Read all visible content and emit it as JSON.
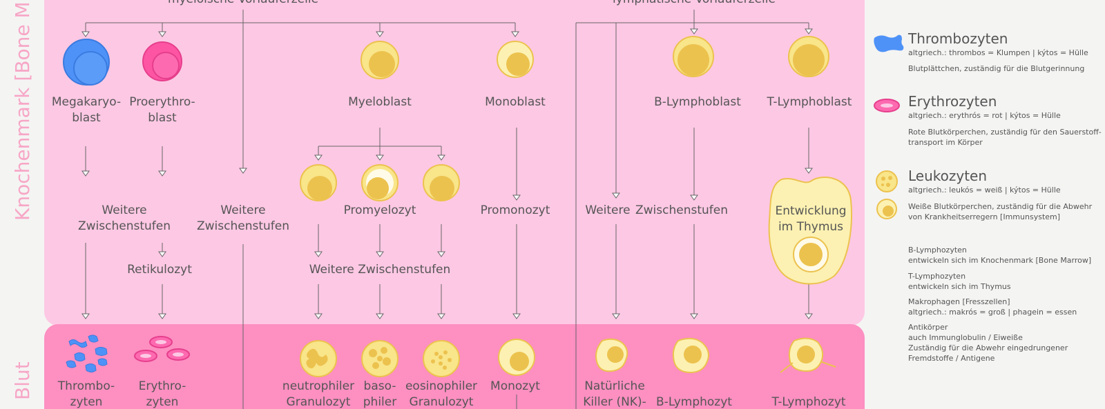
{
  "side_labels": {
    "bone_marrow": "Knochenmark [Bone M",
    "blood": "Blut"
  },
  "headers": {
    "myeloid": "myeloische Vorläuferzelle",
    "lymphoid": "lymphatische Vorläuferzelle"
  },
  "labels": {
    "megakaryoblast": [
      "Megakaryo-",
      "blast"
    ],
    "proerythroblast": [
      "Proerythro-",
      "blast"
    ],
    "myeloblast": "Myeloblast",
    "monoblast": "Monoblast",
    "b_lymphoblast": "B-Lymphoblast",
    "t_lymphoblast": "T-Lymphoblast",
    "weitere_1": [
      "Weitere",
      "Zwischenstufen"
    ],
    "weitere_2": [
      "Weitere",
      "Zwischenstufen"
    ],
    "promyelozyt": "Promyelozyt",
    "promonozyt": "Promonozyt",
    "weitere_left": "Weitere",
    "zwischenstufen_right": "Zwischenstufen",
    "thymus": [
      "Entwicklung",
      "im Thymus"
    ],
    "retikulozyt": "Retikulozyt",
    "weitere_zwischenstufen": "Weitere Zwischenstufen",
    "thrombozyten": [
      "Thrombo-",
      "zyten"
    ],
    "erythrozyten": [
      "Erythro-",
      "zyten"
    ],
    "neutrophil": [
      "neutrophiler",
      "Granulozyt"
    ],
    "basophil": [
      "baso-",
      "philer"
    ],
    "eosinophil": [
      "eosinophiler",
      "Granulozyt"
    ],
    "monozyt": "Monozyt",
    "nk": [
      "Natürliche",
      "Killer (NK)-"
    ],
    "b_lymphozyt": "B-Lymphozyt",
    "t_lymphozyt": "T-Lymphozyt"
  },
  "legend": {
    "thrombo": {
      "title": "Thrombozyten",
      "sub1": "altgriech.: thrombos = Klumpen | kýtos = Hülle",
      "sub2": "Blutplättchen, zuständig für die Blutgerinnung"
    },
    "erythro": {
      "title": "Erythrozyten",
      "sub1": "altgriech.: erythrós = rot | kýtos = Hülle",
      "sub2": "Rote Blutkörperchen, zuständig für den Sauerstoff-",
      "sub3": "transport im Körper"
    },
    "leuko": {
      "title": "Leukozyten",
      "sub1": "altgriech.: leukós = weiß | kýtos = Hülle",
      "sub2": "Weiße Blutkörperchen, zuständig für die Abwehr",
      "sub3": "von Krankheitserregern [Immunsystem]"
    },
    "notes": [
      "B-Lymphozyten",
      "entwickeln sich im Knochenmark [Bone Marrow]",
      "T-Lymphozyten",
      "entwickeln sich im Thymus",
      "Makrophagen [Fresszellen]",
      "altgriech.: makrós = groß | phagein = essen",
      "Antikörper",
      "auch Immunglobulin / Eiweiße",
      "Zuständig für die Abwehr eingedrungener",
      "Fremdstoffe / Antigene"
    ]
  },
  "colors": {
    "marrow": "#fdc8e4",
    "blood": "#fd8fc1",
    "yellow": "#f9e58a",
    "nucleus": "#ecc24e",
    "blue": "#4e92f7",
    "pink": "#fd55a4",
    "line": "#666666"
  }
}
